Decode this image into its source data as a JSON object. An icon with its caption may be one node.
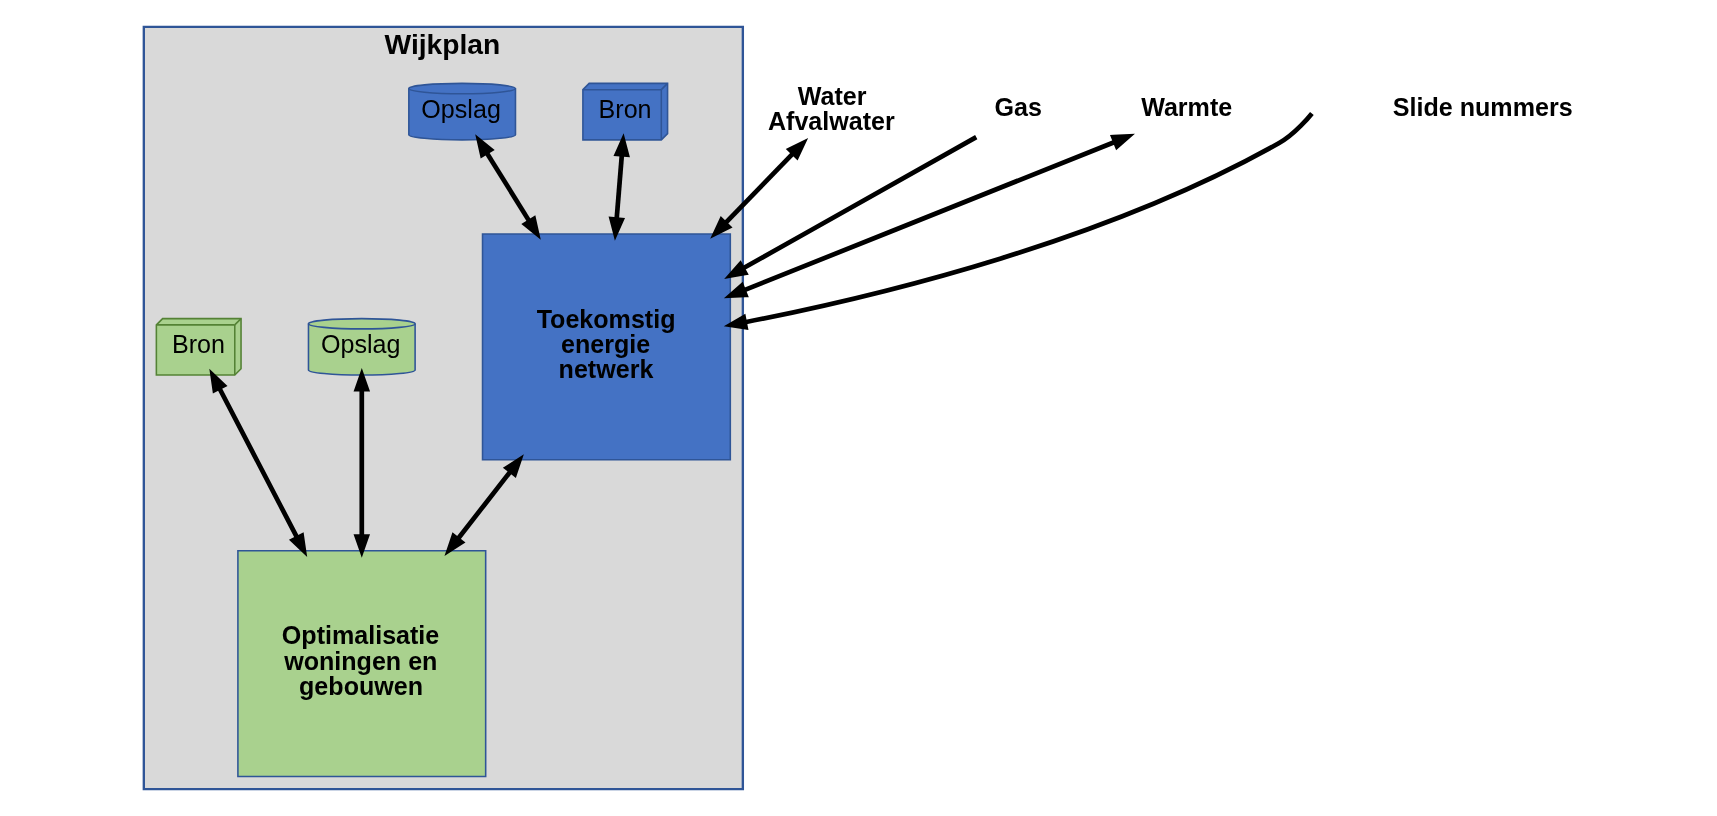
{
  "diagram": {
    "nodes": [
      {
        "text": [
          "Wijkplan"
        ]
      },
      {
        "text": [
          "Toekomstig energie netwerk"
        ],
        "in": 0
      },
      {
        "text": [
          "Optimalisatie woningen en gebouwen"
        ],
        "in": 0
      },
      {
        "text": [
          "Bron"
        ],
        "in": 0
      },
      {
        "text": [
          "Opslag"
        ],
        "in": 0
      },
      {
        "text": [
          "Opslag"
        ],
        "in": 0
      },
      {
        "text": [
          "Bron"
        ],
        "in": 0
      },
      {
        "text": [
          "Water Afvalwater"
        ]
      },
      {
        "text": [
          "Gas"
        ]
      },
      {
        "text": [
          "Warmte"
        ]
      }
    ],
    "edges": [
      {
        "from": null,
        "to": 1,
        "arrow": "to"
      },
      {
        "from": 7,
        "to": 1,
        "arrow": "both"
      },
      {
        "from": 8,
        "to": 1,
        "arrow": "to"
      },
      {
        "from": 1,
        "to": 2,
        "arrow": "both"
      },
      {
        "from": 3,
        "to": 1,
        "arrow": "both"
      },
      {
        "from": 9,
        "to": 1,
        "arrow": "both"
      },
      {
        "from": 4,
        "to": 1,
        "arrow": "both"
      },
      {
        "from": 5,
        "to": 2,
        "arrow": "both"
      },
      {
        "from": 6,
        "to": 2,
        "arrow": "both"
      }
    ],
    "labels": [
      "Slide nummers"
    ]
  }
}
